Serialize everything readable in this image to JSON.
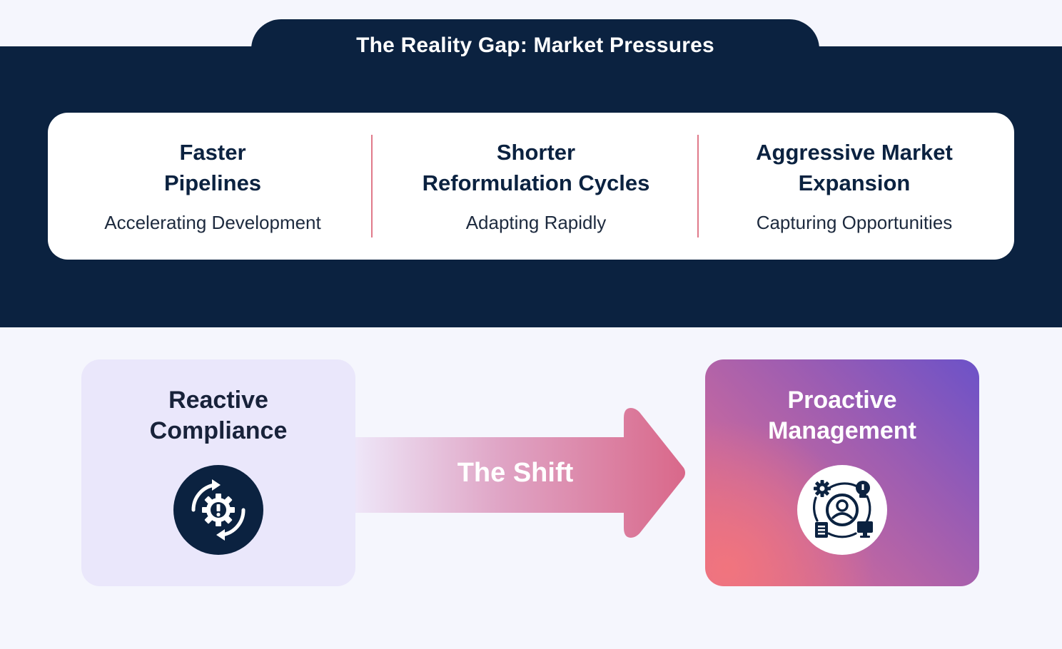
{
  "header": {
    "title": "The Reality Gap: Market Pressures"
  },
  "pressures": [
    {
      "heading_line1": "Faster",
      "heading_line2": "Pipelines",
      "subtitle": "Accelerating Development"
    },
    {
      "heading_line1": "Shorter",
      "heading_line2": "Reformulation Cycles",
      "subtitle": "Adapting Rapidly"
    },
    {
      "heading_line1": "Aggressive Market",
      "heading_line2": "Expansion",
      "subtitle": "Capturing Opportunities"
    }
  ],
  "transition": {
    "from": {
      "line1": "Reactive",
      "line2": "Compliance",
      "icon": "gear-alert-cycle-icon"
    },
    "arrow_label": "The Shift",
    "to": {
      "line1": "Proactive",
      "line2": "Management",
      "icon": "connected-manager-icon"
    }
  },
  "colors": {
    "navy": "#0b2240",
    "divider": "#e07a8a",
    "reactive_bg": "#eae7fb",
    "proactive_start": "#f1747e",
    "proactive_end": "#6c52c8"
  }
}
